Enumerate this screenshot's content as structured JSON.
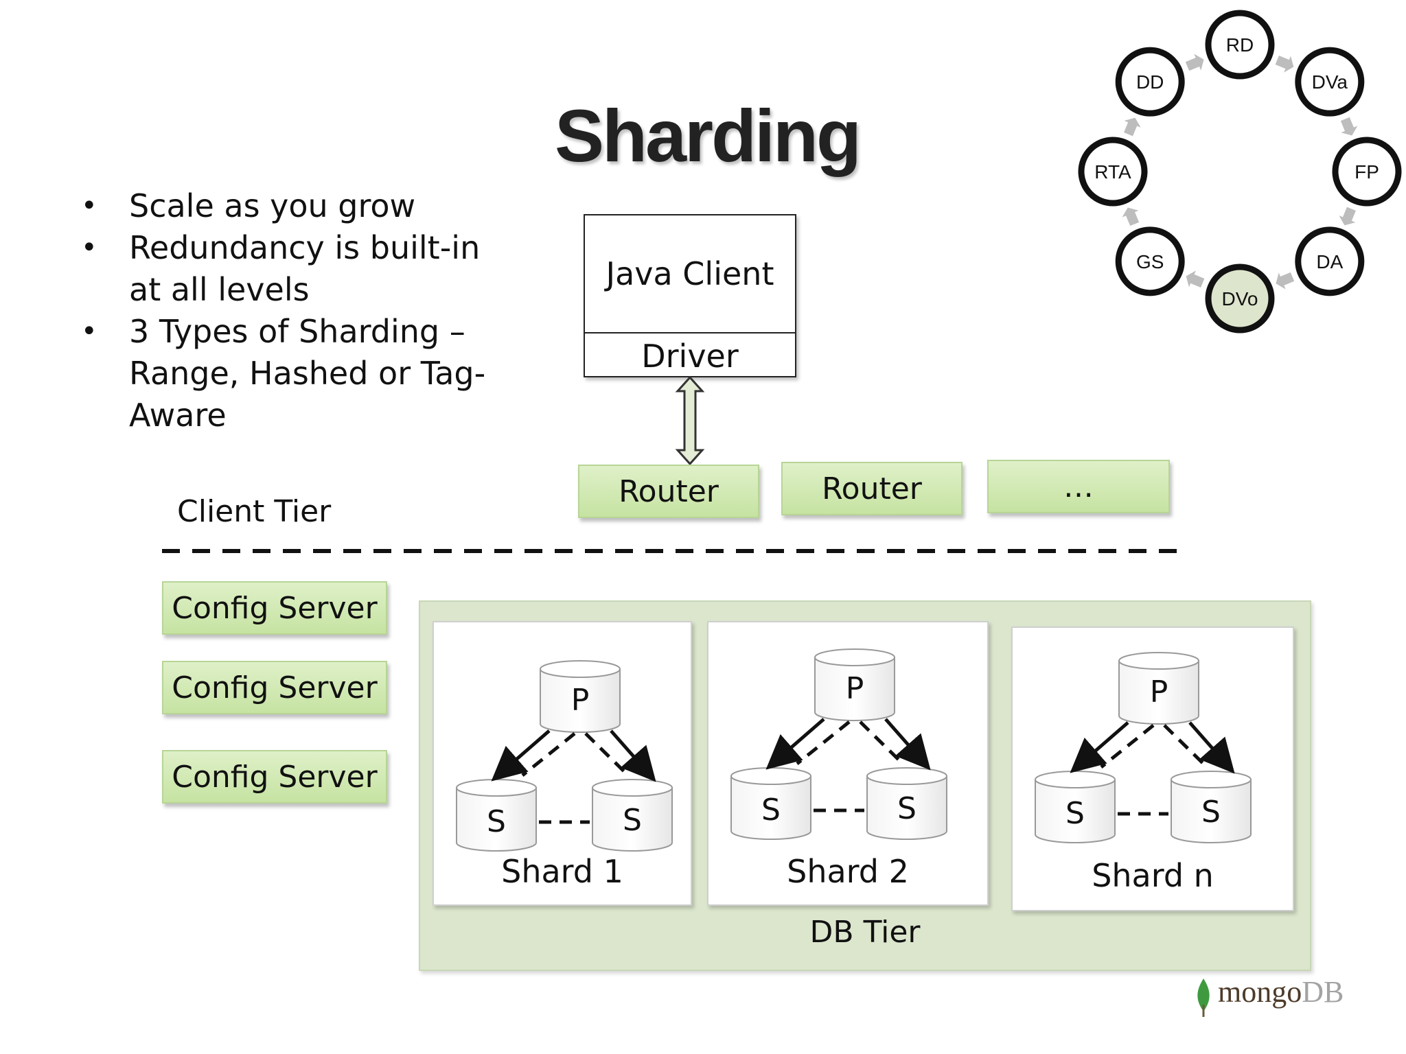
{
  "title": "Sharding",
  "bullets": [
    "Scale as you grow",
    "Redundancy is built-in at all levels",
    "3 Types of Sharding – Range, Hashed or Tag-Aware"
  ],
  "client": {
    "java_client": "Java Client",
    "driver": "Driver"
  },
  "routers": [
    "Router",
    "Router",
    "…"
  ],
  "client_tier": "Client Tier",
  "config_servers": [
    "Config Server",
    "Config Server",
    "Config Server"
  ],
  "shards": [
    {
      "name": "Shard 1",
      "primary": "P",
      "secondaries": [
        "S",
        "S"
      ]
    },
    {
      "name": "Shard 2",
      "primary": "P",
      "secondaries": [
        "S",
        "S"
      ]
    },
    {
      "name": "Shard n",
      "primary": "P",
      "secondaries": [
        "S",
        "S"
      ]
    }
  ],
  "db_tier": "DB Tier",
  "cycle_nodes": [
    "RD",
    "DVa",
    "FP",
    "DA",
    "DVo",
    "GS",
    "RTA",
    "DD"
  ],
  "cycle_highlight": "DVo",
  "colors": {
    "highlight": "#dde5cc",
    "router_green": "#c6e3a2",
    "db_tier_bg": "#dbe6cd",
    "logo_leaf": "#3f9a3f"
  },
  "logo": {
    "part1": "mongo",
    "part2": "DB"
  }
}
